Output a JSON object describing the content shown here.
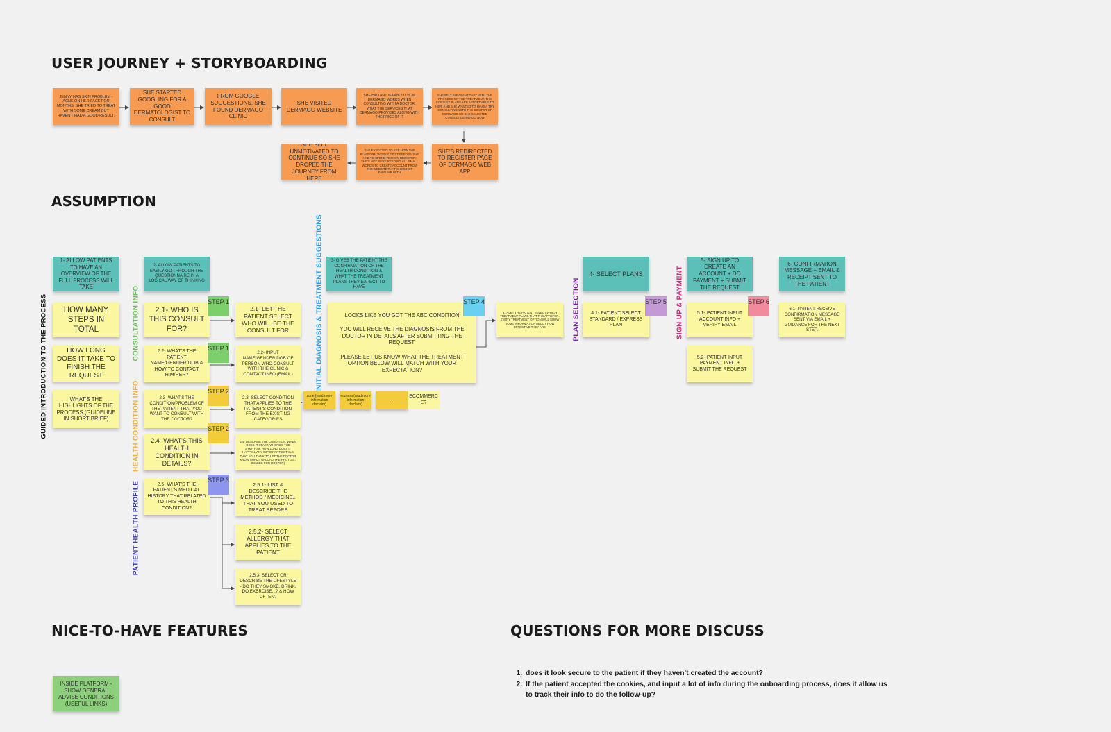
{
  "headings": {
    "journey": "USER JOURNEY + STORYBOARDING",
    "assumption": "ASSUMPTION",
    "nice": "NICE-TO-HAVE FEATURES",
    "questions": "QUESTIONS FOR MORE DISCUSS"
  },
  "journey": [
    "Jenny has skin problem - acne on her face for months. She tried to treat with some cream but haven't had a good result.",
    "She started googling for a good dermatologist to consult",
    "From Google suggestions, she found Dermago clinic",
    "She visited Dermago website",
    "She had an idea about how Dermago works when consulting with a doctor, what the services that Dermago provides along with the price of it",
    "She felt pleasant that with the process of the treatment, the consult plans are affordable to her, and she wanted to have a try consulting with the doctor of Dermago so she selected 'Consult Dermago Now'",
    "She's redirected to Register page of Dermago web app",
    "She expected to see how the platform works first before she had to spend time on register; she's not sure reading all small words to create account from the website that she's not familiar with",
    "She felt unmotivated to continue so she droped the journey from here"
  ],
  "sections": {
    "guided": "GUIDED INTRODUCTION TO THE PROCESS",
    "consult": "CONSULTATION INFO",
    "health": "HEALTH CONDITION INFO",
    "profile": "PATIENT HEALTH PROFILE",
    "diagnosis": "INITIAL DIAGNOSIS & TREATMENT SUGGESTIONS",
    "plan": "PLAN SELECTION",
    "signup": "SIGN UP & PAYMENT"
  },
  "colors": {
    "guided": "#1a1a1a",
    "consult": "#6dbd5b",
    "health": "#e9b24a",
    "profile": "#3a3aa3",
    "diagnosis": "#2f9ce0",
    "plan": "#7b1ea2",
    "signup": "#d42a83"
  },
  "goals": {
    "g1": "1- Allow patients to have an overview of the full process will take",
    "g2": "2- Allow patients to easily go through the questionnaire in a logical way of thinking",
    "g3": "3- Gives the patient the confirmation of the health condition & what the treatment plans they expect to have",
    "g4": "4- Select plans",
    "g5": "5- Sign up to create an account + do payment + submit the request",
    "g6": "6- Confirmation message + email & receipt sent to the patient"
  },
  "guided_notes": [
    "How many steps in total",
    "How long does it take to finish the request",
    "What's the highlights of the process (guideline in short brief)"
  ],
  "questions_notes": {
    "q21": "2.1- Who is this consult for?",
    "q22": "2.2- What's the patient name/gender/DOB & how to contact him/her?",
    "q23": "2.3- What's the condition/problem of the patient that you want to consult with the doctor?",
    "q24": "2.4- What's this health condition in details?",
    "q25": "2.5- What's the patient's medical history that related to this health condition?"
  },
  "answer_notes": {
    "a21": "2.1- Let the patient select who will be the consult for",
    "a22": "2.2- Input name/gender/DOB of person who consult with the clinic & contact info (email)",
    "a23": "2.3- Select condition that applies to the patient's condition from the existing categories",
    "a24": "2.4- Describe the condition, when does it start, where's the symptom, how long does it happen, any important details that you think to let the doctor know (input, upload the photos... images for doctor)",
    "a251": "2.5.1- List & describe the method / medicine.. that you used to treat before",
    "a252": "2.5.2- Select allergy that applies to the patient",
    "a253": "2.5.3- Select or describe the lifestyle - do they smoke, drink, do exercise...? & how often?"
  },
  "categories": [
    "acne (read more information disclaim)",
    "eczema (read more information disclaim)",
    "...",
    "ECOMMERCE?"
  ],
  "diagnosis": {
    "line1": "LOOKS LIKE YOU GOT THE ABC CONDITION",
    "line2": "YOU WILL RECEIVE THE DIAGNOSIS FROM THE DOCTOR IN DETAILS AFTER SUBMITTING THE REQUEST.",
    "line3": "PLEASE LET US KNOW WHAT THE TREATMENT OPTION BELOW WILL MATCH WITH YOUR EXPECTATION?",
    "side": "3.1- Let the patient select which treatment plans that they prefer. Every treatment option will show some information about how effective they are"
  },
  "plan_note": "4.1- Patient select standard / express plan",
  "signup_notes": [
    "5.1- Patient input account info + verify email",
    "5.2- Patient input payment info + submit the request"
  ],
  "confirm_note": "6.1- Patient receive confirmation message sent via email + guidance for the next step.",
  "steps": {
    "s1": "STEP 1",
    "s2": "STEP 2",
    "s3": "STEP 3",
    "s4": "STEP 4",
    "s5": "STEP 5",
    "s6": "STEP 6"
  },
  "step_colors": {
    "s1": "#7ccf6a",
    "s2": "#f2cc3a",
    "s3": "#8e95f0",
    "s4": "#6ad0f2",
    "s5": "#c39ad6",
    "s6": "#f08a9c"
  },
  "nice_note": "Inside platform - show general advise conditions (useful links)",
  "questions": [
    "does it look secure to the patient if they haven't created the account?",
    "If the patient accepted the cookies, and input a lot of info during the onboarding process, does it allow us to track their info to do the follow-up?"
  ]
}
